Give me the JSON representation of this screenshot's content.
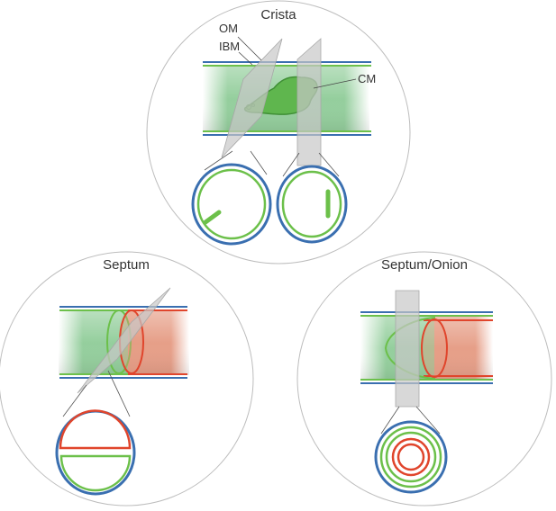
{
  "panels": {
    "crista": {
      "title": "Crista",
      "labels": {
        "om": "OM",
        "ibm": "IBM",
        "cm": "CM"
      }
    },
    "septum": {
      "title": "Septum"
    },
    "septum_onion": {
      "title": "Septum/Onion"
    }
  },
  "colors": {
    "outer_membrane": "#3a6fb0",
    "inner_membrane": "#6cc04a",
    "red_membrane": "#e0452c",
    "green_fill": "#8fcc98",
    "red_fill": "#e59a82",
    "plane": "#c8c8c8",
    "frame": "#bdbdbd"
  }
}
